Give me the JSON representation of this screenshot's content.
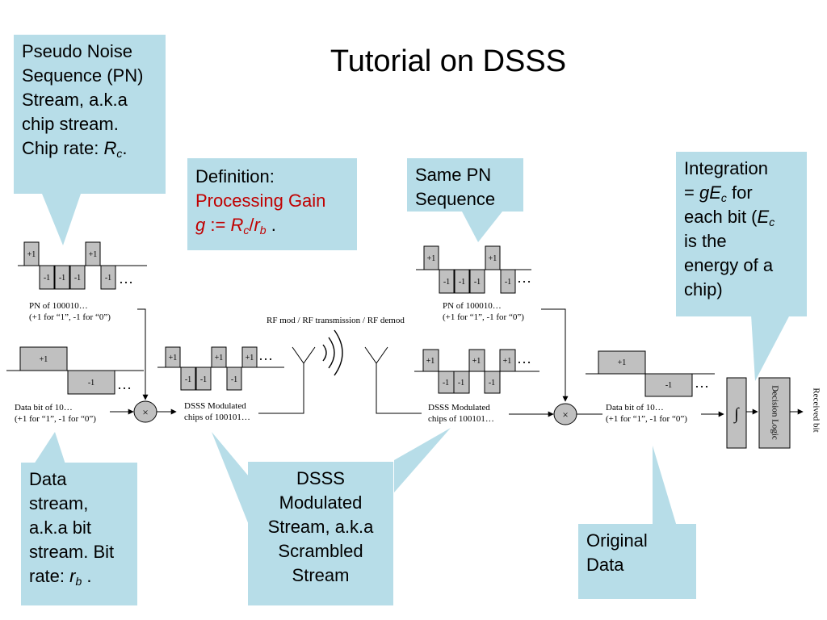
{
  "title": "Tutorial on DSSS",
  "callouts": {
    "pn": {
      "line1": "Pseudo Noise",
      "line2": "Sequence (PN)",
      "line3": "Stream, a.k.a",
      "line4": "chip stream.",
      "line5_prefix": "Chip rate: ",
      "line5_var": "R",
      "line5_sub": "c",
      "line5_suffix": "."
    },
    "definition": {
      "line1": "Definition:",
      "line2": "Processing Gain",
      "g": "g",
      "assign": " := ",
      "R": "R",
      "R_sub": "c",
      "slash": "/",
      "r": "r",
      "r_sub": "b",
      "end": " ."
    },
    "same_pn": {
      "line1": "Same PN",
      "line2": "Sequence"
    },
    "integration": {
      "line1": "Integration",
      "eq": "= ",
      "gE": "gE",
      "gE_sub": "c",
      "for": " for",
      "line3_prefix": "each bit (",
      "E": "E",
      "E_sub": "c",
      "line4": "is the",
      "line5": "energy of a",
      "line6": "chip)"
    },
    "data_stream": {
      "line1": "Data",
      "line2": "stream,",
      "line3": "a.k.a bit",
      "line4": "stream. Bit",
      "line5_prefix": "rate: ",
      "r": "r",
      "r_sub": "b",
      "end": " ."
    },
    "dsss_stream": {
      "line1": "DSSS",
      "line2": "Modulated",
      "line3": "Stream, a.k.a",
      "line4": "Scrambled",
      "line5": "Stream"
    },
    "original": {
      "line1": "Original",
      "line2": "Data"
    }
  },
  "diagram": {
    "pos_one": "+1",
    "neg_one": "-1",
    "ellipsis": "…",
    "pn_caption_1": "PN of  100010…",
    "pn_caption_2": "(+1 for “1”, -1 for “0”)",
    "pn_right_caption_1": "PN of 100010…",
    "pn_right_caption_2": "(+1 for “1”, -1 for “0”)",
    "data_caption_1": "Data bit of 10…",
    "data_caption_2": "(+1 for “1”, -1 for “0”)",
    "dsss_caption_1": "DSSS Modulated",
    "dsss_caption_2": "chips of 100101…",
    "rf_label": "RF mod / RF transmission / RF demod",
    "multiply": "×",
    "integral": "∫",
    "decision": "Decision Logic",
    "received": "Received bit"
  },
  "colors": {
    "callout_bg": "#b7dde8",
    "chip_fill": "#c0c0c0",
    "highlight_red": "#c00000"
  }
}
